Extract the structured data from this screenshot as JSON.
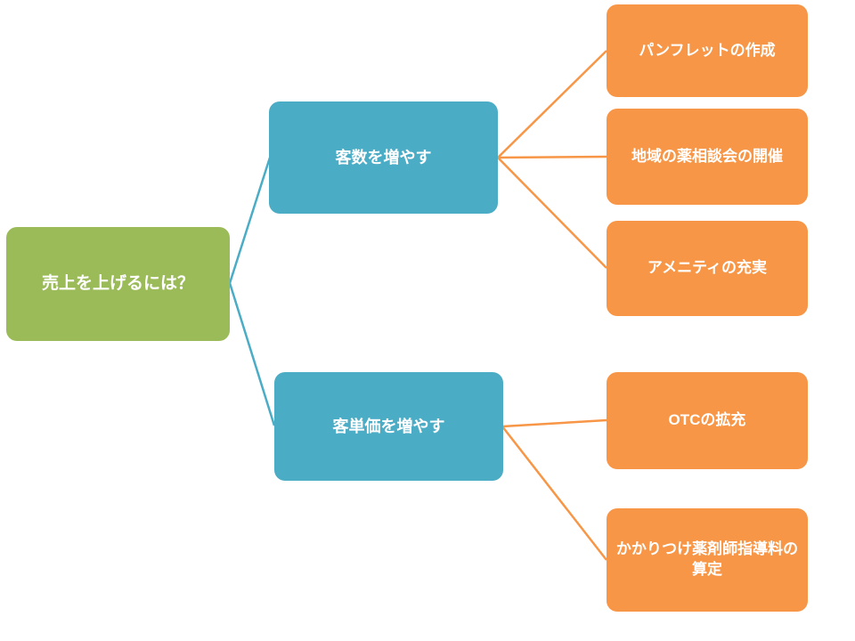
{
  "diagram": {
    "type": "hierarchy",
    "title": "売上を上げるには？",
    "root": {
      "label": "売上を上げるには？",
      "color": "#9BBB59"
    },
    "branches": [
      {
        "label": "客数を増やす",
        "color": "#4BACC6",
        "children": [
          {
            "label": "パンフレットの作成",
            "color": "#F79646"
          },
          {
            "label": "地域の薬相談会の開催",
            "color": "#F79646"
          },
          {
            "label": "アメニティの充実",
            "color": "#F79646"
          }
        ]
      },
      {
        "label": "客単価を増やす",
        "color": "#4BACC6",
        "children": [
          {
            "label": "OTCの拡充",
            "color": "#F79646"
          },
          {
            "label": "かかりつけ薬剤師指導料の算定",
            "color": "#F79646"
          }
        ]
      }
    ],
    "colors": {
      "root_fill": "#9BBB59",
      "branch_fill": "#4BACC6",
      "leaf_fill": "#F79646",
      "branch_connector": "#4BACC6",
      "leaf_connector": "#F79646",
      "text": "#FFFFFF",
      "background": "#FFFFFF"
    }
  }
}
